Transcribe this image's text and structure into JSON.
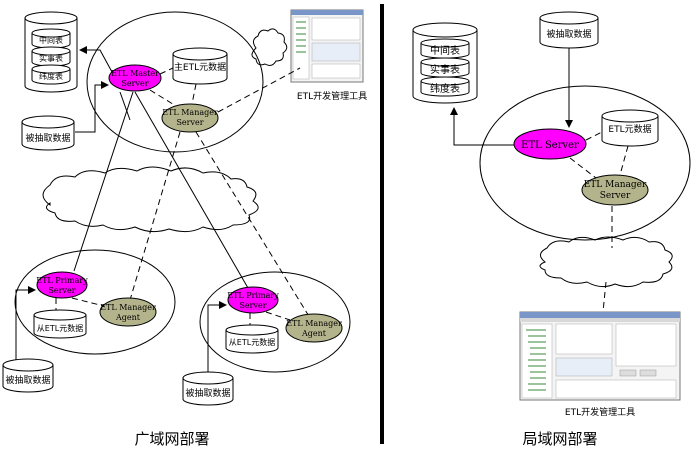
{
  "left": {
    "title": "广域网部署",
    "db_tables": [
      "中间表",
      "实事表",
      "纬度表"
    ],
    "master_server": [
      "ETL Master",
      "Server"
    ],
    "manager_server": [
      "ETL Manager",
      "Server"
    ],
    "master_meta": "主ETL元数据",
    "source_top": "被抽取数据",
    "tool_caption": "ETL开发管理工具",
    "branch1": {
      "primary": [
        "ETL Primary",
        "Server"
      ],
      "agent": [
        "ETL Manager",
        "Agent"
      ],
      "meta": "从ETL元数据",
      "source": "被抽取数据"
    },
    "branch2": {
      "primary": [
        "ETL Primary",
        "Server"
      ],
      "agent": [
        "ETL Manager",
        "Agent"
      ],
      "meta": "从ETL元数据",
      "source": "被抽取数据"
    }
  },
  "right": {
    "title": "局域网部署",
    "db_tables": [
      "中间表",
      "实事表",
      "纬度表"
    ],
    "source": "被抽取数据",
    "server": "ETL Server",
    "meta": "ETL元数据",
    "manager_server": [
      "ETL Manager",
      "Server"
    ],
    "tool_caption": "ETL开发管理工具"
  },
  "colors": {
    "server_fill": "#ff00ff",
    "manager_fill": "#b4b48c",
    "divider": "#000000"
  }
}
